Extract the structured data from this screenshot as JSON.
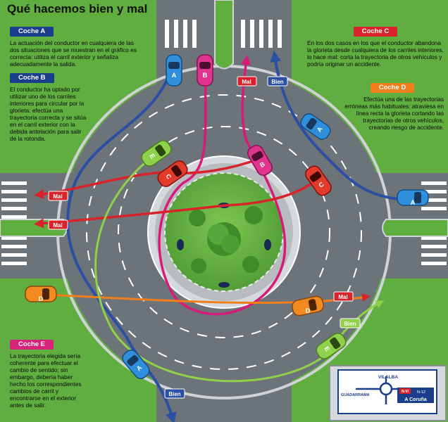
{
  "title": "Qué hacemos bien y mal",
  "colors": {
    "grass": "#5fae3f",
    "road": "#6d7479",
    "blue_path": "#2a4fa3",
    "pink_path": "#d81b7a",
    "red_path": "#d8232a",
    "orange_path": "#f07e1a",
    "green_path": "#8fd14a"
  },
  "cards": {
    "a": {
      "label": "Coche A",
      "text": "La actuación del conductor en cualquiera de las dos situaciones que se muestran en el gráfico es correcta: utiliza el carril exterior y señaliza adecuadamente la salida."
    },
    "b": {
      "label": "Coche B",
      "text": "El conductor ha optado por utilizar uno de los carriles interiores para circular por la glorieta: efectúa una trayectoria correcta y se sitúa en el carril exterior con la debida antelación para salir de la rotonda."
    },
    "c": {
      "label": "Coche C",
      "text": "En los dos casos en los que el conductor abandona la glorieta desde cualquiera de los carriles interiores, lo hace mal: corta la trayectoria de otros vehículos y podría originar un accidente."
    },
    "d": {
      "label": "Coche D",
      "text": "Efectúa una de las trayectorias erróneas más habituales: atraviesa en línea recta la glorieta cortando las trayectorias de otros vehículos, creando riesgo de accidente."
    },
    "e": {
      "label": "Coche E",
      "text": "La trayectoria elegida sería coherente para efectuar el cambio de sentido; sin embargo, debería haber hecho los correspondientes cambios de carril y encontrarse en el exterior antes de salir."
    }
  },
  "path_labels": {
    "mal": "Mal",
    "bien": "Bien"
  },
  "car_letters": {
    "a": "A",
    "b": "B",
    "c": "C",
    "d": "D",
    "e": "E"
  },
  "sign": {
    "top": "VILALBA",
    "left": "GUADARRAMA",
    "road": "N-VI",
    "road_code": "N-12",
    "destination": "A Coruña"
  }
}
